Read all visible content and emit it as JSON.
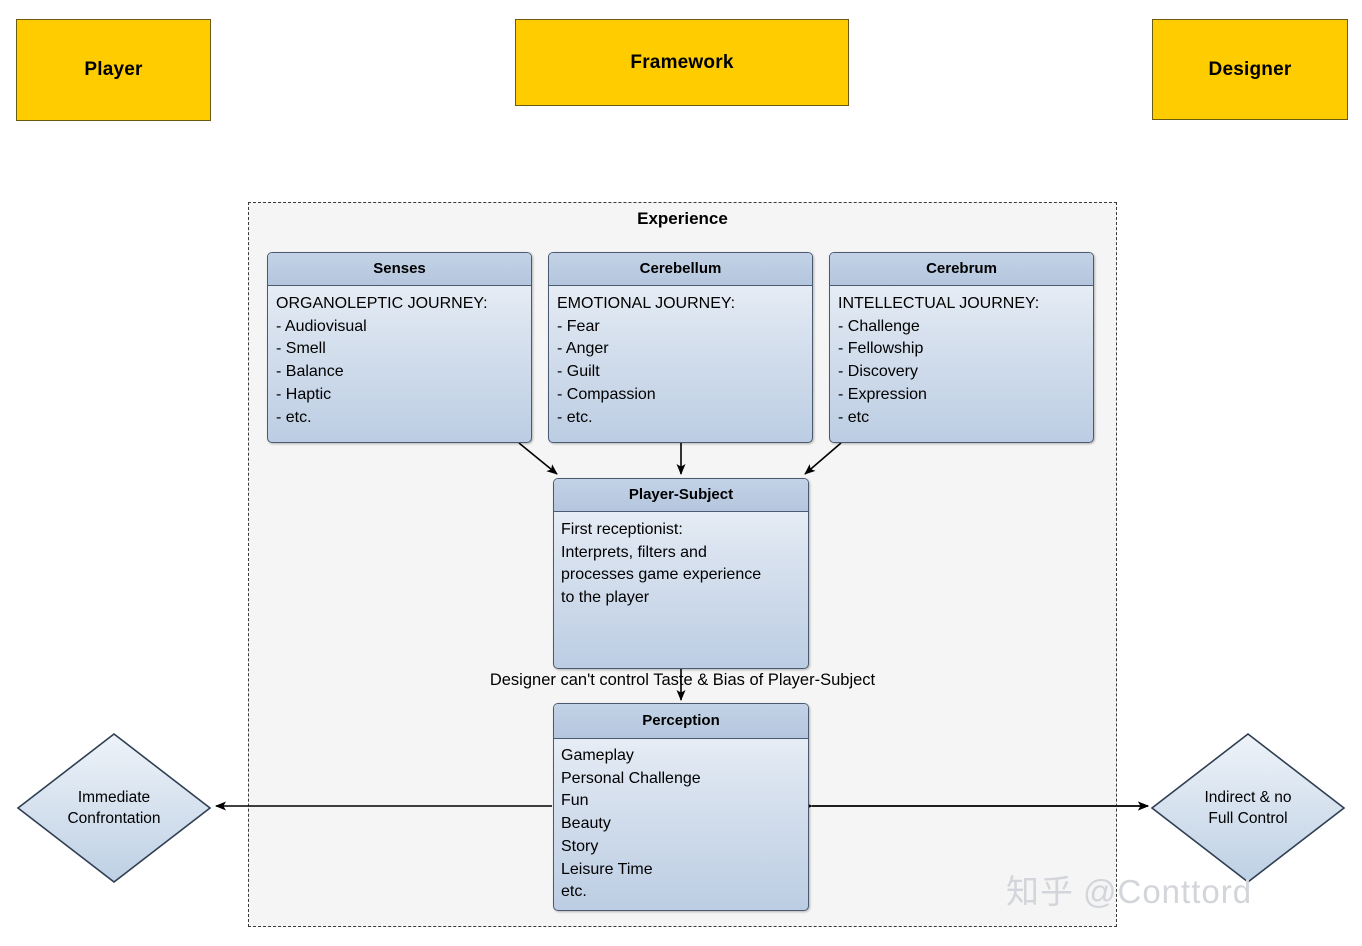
{
  "legend": {
    "player": "Player",
    "framework": "Framework",
    "designer": "Designer"
  },
  "experience": {
    "title": "Experience"
  },
  "nodes": {
    "senses": {
      "title": "Senses",
      "lines": [
        "ORGANOLEPTIC JOURNEY:",
        "- Audiovisual",
        "- Smell",
        "- Balance",
        "- Haptic",
        "- etc."
      ]
    },
    "cerebellum": {
      "title": "Cerebellum",
      "lines": [
        "EMOTIONAL JOURNEY:",
        "- Fear",
        "- Anger",
        "- Guilt",
        "- Compassion",
        "- etc."
      ]
    },
    "cerebrum": {
      "title": "Cerebrum",
      "lines": [
        "INTELLECTUAL JOURNEY:",
        "- Challenge",
        "- Fellowship",
        "- Discovery",
        "- Expression",
        "- etc"
      ]
    },
    "player_subject": {
      "title": "Player-Subject",
      "lines": [
        "First receptionist:",
        "Interprets, filters and",
        "processes game experience",
        "to the player"
      ]
    },
    "perception": {
      "title": "Perception",
      "lines": [
        "Gameplay",
        "Personal Challenge",
        "Fun",
        "Beauty",
        "Story",
        "Leisure Time",
        "etc."
      ]
    }
  },
  "diamonds": {
    "left": {
      "line1": "Immediate",
      "line2": "Confrontation"
    },
    "right": {
      "line1": "Indirect & no",
      "line2": "Full Control"
    }
  },
  "notes": {
    "designer_control": "Designer can't control Taste & Bias of Player-Subject"
  },
  "watermark": {
    "brand": "知乎",
    "handle": "@Conttord"
  },
  "colors": {
    "legend_fill": "#FFCC00",
    "node_header": "#b4c6de",
    "node_body_top": "#f1f5fa",
    "node_body_bottom": "#bccde3",
    "node_border": "#4a5a70",
    "container_fill": "#f5f5f5",
    "container_border": "#3a3a3a",
    "connector": "#000000"
  }
}
